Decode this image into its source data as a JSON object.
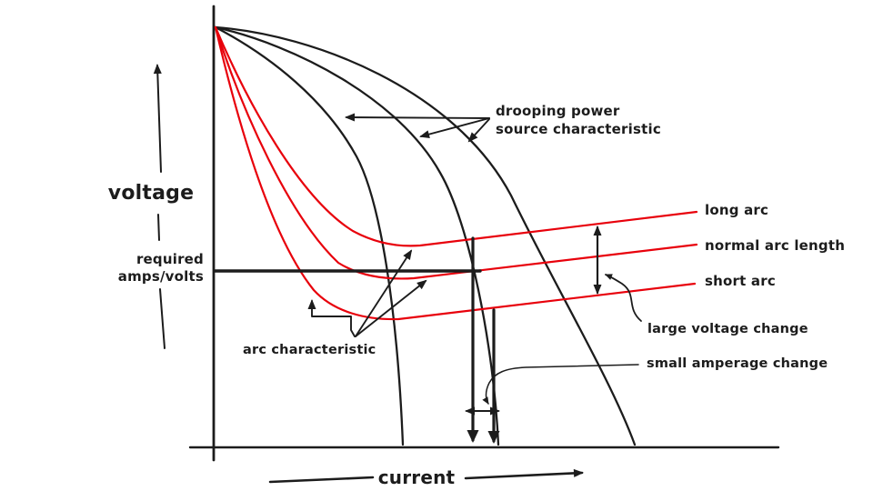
{
  "figure": {
    "background": "#ffffff",
    "ink_color": "#1c1c1c",
    "red_color": "#e8000b"
  },
  "axes": {
    "y_label": "voltage",
    "x_label": "current"
  },
  "reference_level": {
    "label_line1": "required",
    "label_line2": "amps/volts"
  },
  "power_source": {
    "label_line1": "drooping power",
    "label_line2": "source characteristic",
    "curve_count": 3
  },
  "arc": {
    "label": "arc characteristic",
    "curves": [
      {
        "label": "long arc"
      },
      {
        "label": "normal arc length"
      },
      {
        "label": "short arc"
      }
    ]
  },
  "callouts": {
    "large_voltage_change": "large voltage change",
    "small_amperage_change": "small amperage change"
  },
  "chart_data": {
    "type": "line",
    "title": "",
    "xlabel": "current",
    "ylabel": "voltage",
    "numeric_axes": false,
    "series": [
      {
        "name": "drooping power source characteristic",
        "color": "#1c1c1c",
        "count": 3,
        "shape": "three concave drooping volt-ampere curves from a shared open-circuit-voltage point at the top of the y-axis down to the short-circuit current on the x-axis"
      },
      {
        "name": "long arc",
        "color": "#e8000b",
        "shape": "falls steeply from the same origin, reaches a minimum, then rises gently to the right (highest red line)"
      },
      {
        "name": "normal arc length",
        "color": "#e8000b",
        "shape": "same shape, middle red line"
      },
      {
        "name": "short arc",
        "color": "#e8000b",
        "shape": "same shape, lowest red line"
      }
    ],
    "annotations": [
      "required amps/volts horizontal reference line",
      "large voltage change shown by vertical double arrow between long arc and short arc lines",
      "small amperage change shown by two vertical drops to the current axis with a small horizontal double arrow",
      "arc characteristic arrows pointing at the three red curves"
    ],
    "legend_position": "right-inline",
    "grid": false
  }
}
